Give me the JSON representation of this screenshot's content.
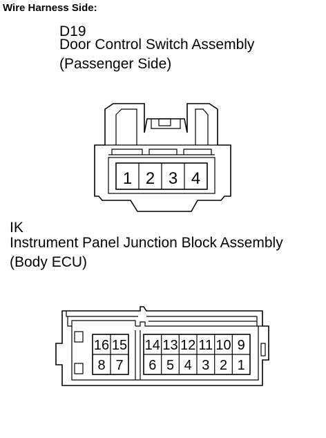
{
  "heading": "Wire Harness Side:",
  "connectors": [
    {
      "code": "D19",
      "name": "Door Control Switch Assembly",
      "side": "(Passenger Side)",
      "pins": [
        "1",
        "2",
        "3",
        "4"
      ]
    },
    {
      "code": "IK",
      "name": "Instrument Panel Junction Block Assembly",
      "side": "(Body ECU)",
      "pins_top_left": [
        "16",
        "15"
      ],
      "pins_top_right": [
        "14",
        "13",
        "12",
        "11",
        "10",
        "9"
      ],
      "pins_bottom_left": [
        "8",
        "7"
      ],
      "pins_bottom_right": [
        "6",
        "5",
        "4",
        "3",
        "2",
        "1"
      ]
    }
  ]
}
